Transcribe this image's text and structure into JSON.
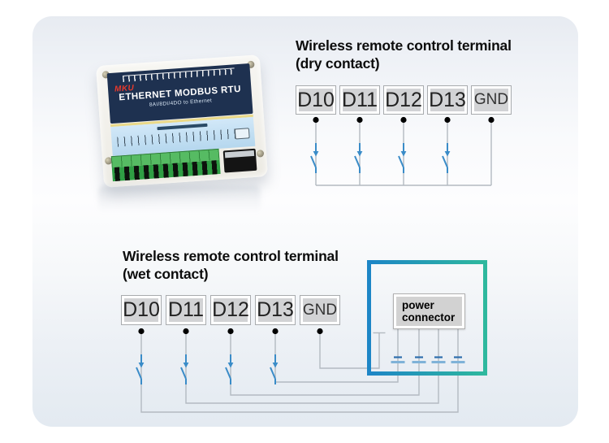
{
  "device": {
    "logo": "MKU",
    "title": "ETHERNET MODBUS RTU",
    "subtitle": "8AI/8DI/4DO to Ethernet"
  },
  "sections": {
    "dry": {
      "title": "Wireless remote control terminal",
      "subtitle": "(dry contact)",
      "terminals": [
        "D10",
        "D11",
        "D12",
        "D13",
        "GND"
      ]
    },
    "wet": {
      "title": "Wireless remote control terminal",
      "subtitle": "(wet contact)",
      "terminals": [
        "D10",
        "D11",
        "D12",
        "D13",
        "GND"
      ],
      "power_connector": [
        "power",
        "connector"
      ]
    }
  },
  "colors": {
    "switch_blue": "#3a8cc8",
    "wire_gray": "#b3bac1",
    "boundary_gradient_left": "#1d86c6",
    "boundary_gradient_right": "#2eb89e",
    "terminal_fill": "#d2d3d5",
    "label_navy": "#1e3150",
    "cap_dark": "#2f6fad",
    "cap_light": "#7fb2d8"
  }
}
